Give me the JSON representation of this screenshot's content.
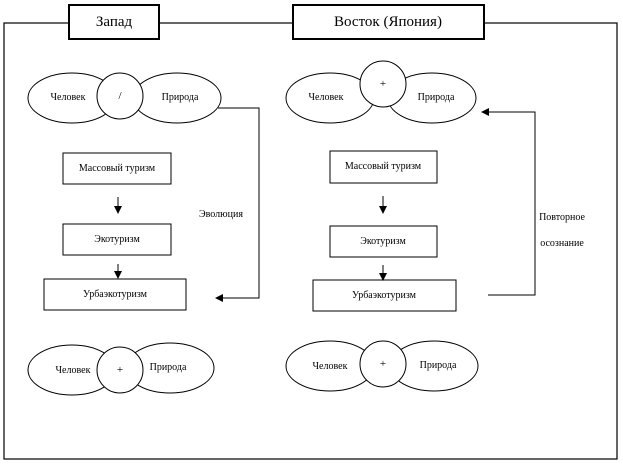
{
  "west": {
    "title": "Запад",
    "top_cluster": {
      "left": "Человек",
      "operator": "/",
      "right": "Природа"
    },
    "steps": [
      "Массовый туризм",
      "Экотуризм",
      "Урбаэкотуризм"
    ],
    "side_label": "Эволюция",
    "bottom_cluster": {
      "left": "Человек",
      "operator": "+",
      "right": "Природа"
    }
  },
  "east": {
    "title": "Восток (Япония)",
    "top_cluster": {
      "left": "Человек",
      "operator": "+",
      "right": "Природа"
    },
    "steps": [
      "Массовый туризм",
      "Экотуризм",
      "Урбаэкотуризм"
    ],
    "side_label_line1": "Повторное",
    "side_label_line2": "осознание",
    "bottom_cluster": {
      "left": "Человек",
      "operator": "+",
      "right": "Природа"
    }
  }
}
